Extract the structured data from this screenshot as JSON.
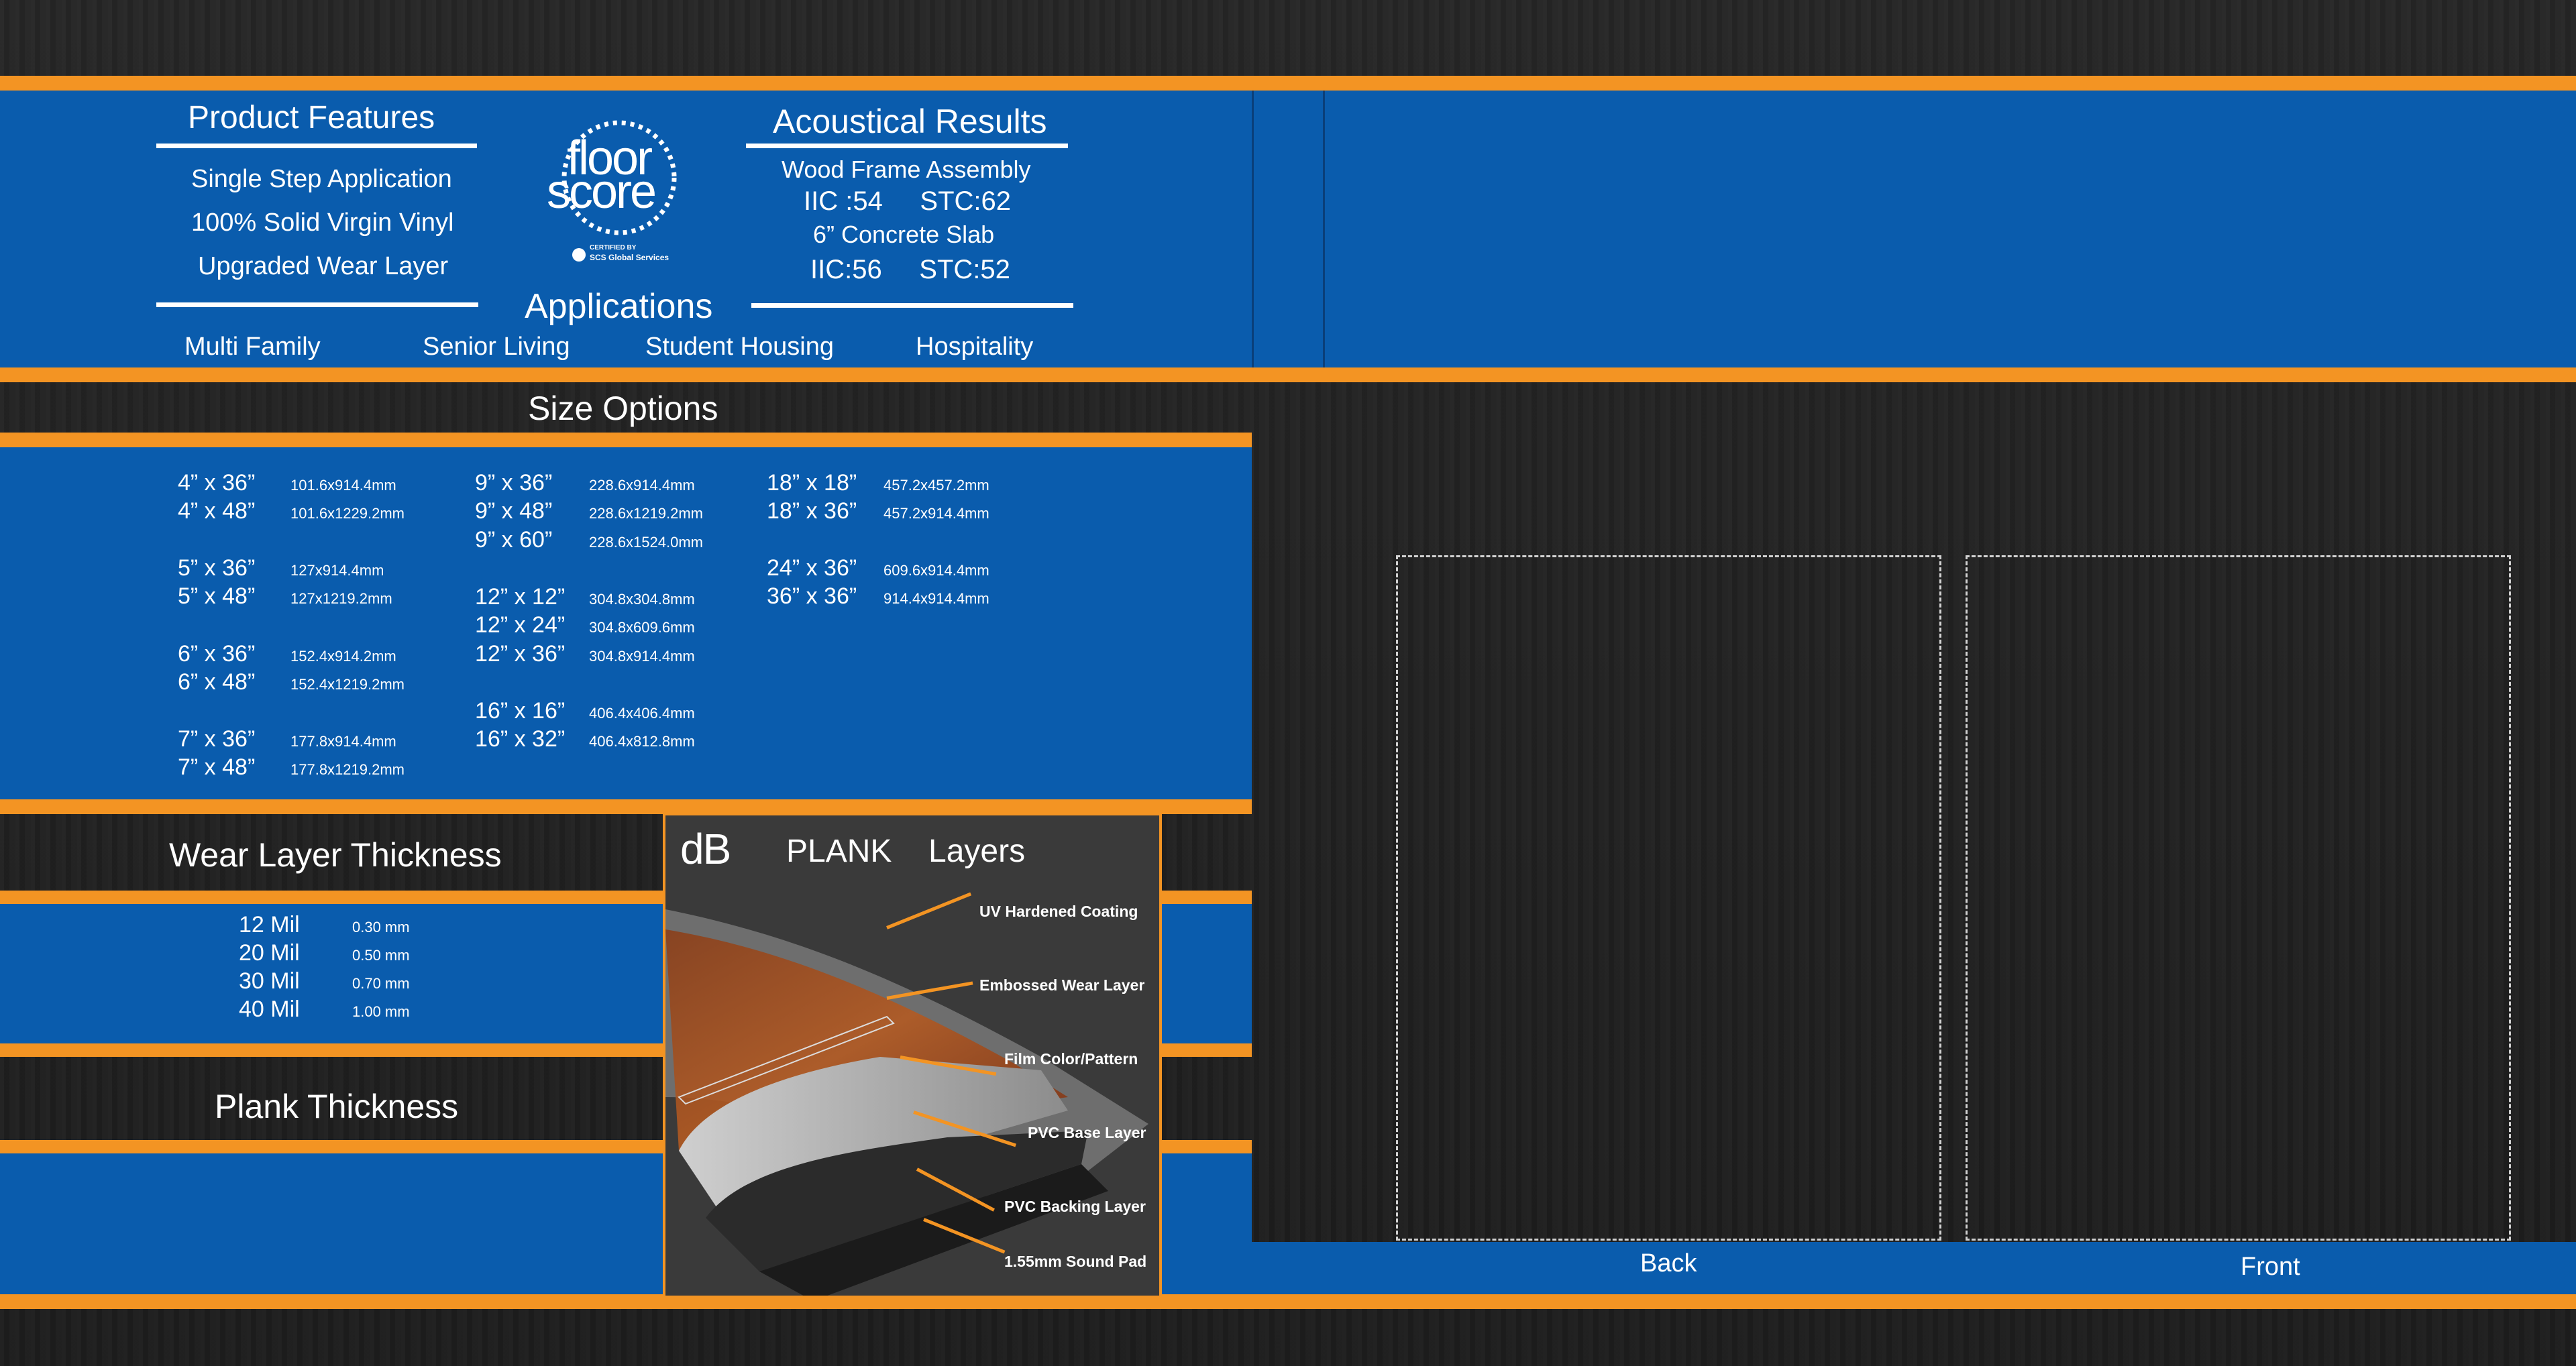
{
  "product_features": {
    "title": "Product Features",
    "items": [
      "Single Step Application",
      "100% Solid Virgin Vinyl",
      "Upgraded Wear Layer"
    ]
  },
  "floorscore": {
    "line1": "floor",
    "line2": "score",
    "certified": "CERTIFIED BY",
    "services": "SCS Global Services"
  },
  "acoustical": {
    "title": "Acoustical Results",
    "lines": [
      "Wood Frame Assembly",
      "IIC :54     STC:62",
      "6”  Concrete Slab",
      "IIC:56     STC:52"
    ]
  },
  "applications": {
    "title": "Applications",
    "items": [
      "Multi  Family",
      "Senior Living",
      "Student Housing",
      "Hospitality"
    ]
  },
  "size_options": {
    "title": "Size Options",
    "col1": [
      [
        "4” x 36”",
        "101.6x914.4mm"
      ],
      [
        "4” x 48”",
        "101.6x1229.2mm"
      ],
      [
        "5” x 36”",
        "127x914.4mm"
      ],
      [
        "5” x 48”",
        "127x1219.2mm"
      ],
      [
        "6” x 36”",
        "152.4x914.2mm"
      ],
      [
        "6” x 48”",
        "152.4x1219.2mm"
      ],
      [
        "7” x 36”",
        "177.8x914.4mm"
      ],
      [
        "7” x 48”",
        "177.8x1219.2mm"
      ]
    ],
    "col2": [
      [
        "9” x 36”",
        "228.6x914.4mm"
      ],
      [
        "9” x 48”",
        "228.6x1219.2mm"
      ],
      [
        "9” x 60”",
        "228.6x1524.0mm"
      ],
      [
        "12” x 12”",
        "304.8x304.8mm"
      ],
      [
        "12” x 24”",
        "304.8x609.6mm"
      ],
      [
        "12” x 36”",
        "304.8x914.4mm"
      ],
      [
        "16” x 16”",
        "406.4x406.4mm"
      ],
      [
        "16” x 32”",
        "406.4x812.8mm"
      ]
    ],
    "col3": [
      [
        "18” x 18”",
        "457.2x457.2mm"
      ],
      [
        "18” x 36”",
        "457.2x914.4mm"
      ],
      [
        "24” x 36”",
        "609.6x914.4mm"
      ],
      [
        "36” x 36”",
        "914.4x914.4mm"
      ]
    ]
  },
  "wear_layer": {
    "title": "Wear Layer Thickness",
    "rows": [
      [
        "12 Mil",
        "0.30 mm"
      ],
      [
        "20 Mil",
        "0.50 mm"
      ],
      [
        "30 Mil",
        "0.70 mm"
      ],
      [
        "40 Mil",
        "1.00 mm"
      ]
    ]
  },
  "plank_thickness": {
    "title": "Plank Thickness"
  },
  "layers_panel": {
    "logo_db": "dB",
    "logo_plank": "PLANK",
    "title": "Layers",
    "labels": [
      "UV Hardened Coating",
      "Embossed Wear Layer",
      "Film Color/Pattern",
      "PVC Base Layer",
      "PVC Backing Layer",
      "1.55mm Sound Pad"
    ]
  },
  "box_labels": {
    "back": "Back",
    "front": "Front"
  },
  "colors": {
    "blue": "#0a5cad",
    "orange": "#f39423",
    "wood_dark": "#1f1f1f"
  }
}
